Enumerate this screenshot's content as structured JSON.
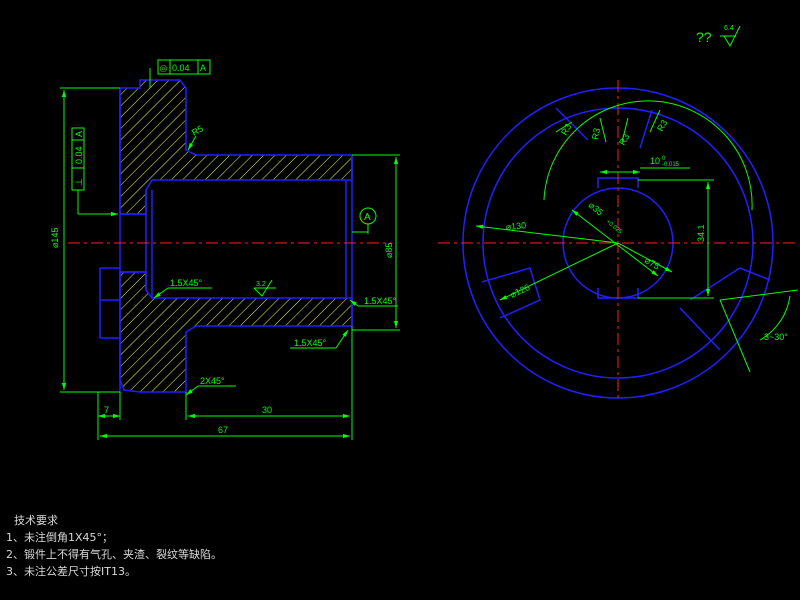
{
  "colors": {
    "background": "#000000",
    "outline": "#2020ff",
    "dimension": "#00ff00",
    "centerline": "#ff2020",
    "hatch": "#ffff40",
    "text": "#00ff00",
    "notes": "#d8d8d8"
  },
  "roughness": {
    "prefix": "??",
    "value": "6.4"
  },
  "front_view": {
    "coaxiality_frame": {
      "symbol": "◎",
      "tolerance": "0.04",
      "datum": "A"
    },
    "perpendicularity_frame": {
      "symbol": "⊥",
      "tolerance": "0.04",
      "datum": "A"
    },
    "fillet": "R5",
    "datum_label": "A",
    "dim_outer_dia": "⌀145",
    "dim_bore_dia": "⌀85",
    "dim_total_length": "67",
    "dim_hub_length": "30",
    "dim_flange": "7",
    "chamfer_bore": "1.5X45°",
    "chamfer_outer_top": "1.5X45°",
    "chamfer_outer_bottom": "1.5X45°",
    "chamfer_flange": "2X45°",
    "surface_value": "3.2"
  },
  "side_view": {
    "r1": "R3",
    "r2": "R3",
    "r3": "R3",
    "r4": "R3",
    "slot_width": "10",
    "slot_tol_upper": "0",
    "slot_tol_lower": "-0.015",
    "dia_130": "⌀130",
    "dia_126": "⌀126",
    "dia_75": "⌀75",
    "dia_bore": "⌀35",
    "dia_bore_tol": "+0.025",
    "key_depth": "34.1",
    "angle": "3~30°"
  },
  "notes": {
    "title": "技术要求",
    "line1": "1、未注倒角1X45°；",
    "line2": "2、锻件上不得有气孔、夹渣、裂纹等缺陷。",
    "line3": "3、未注公差尺寸按IT13。"
  }
}
